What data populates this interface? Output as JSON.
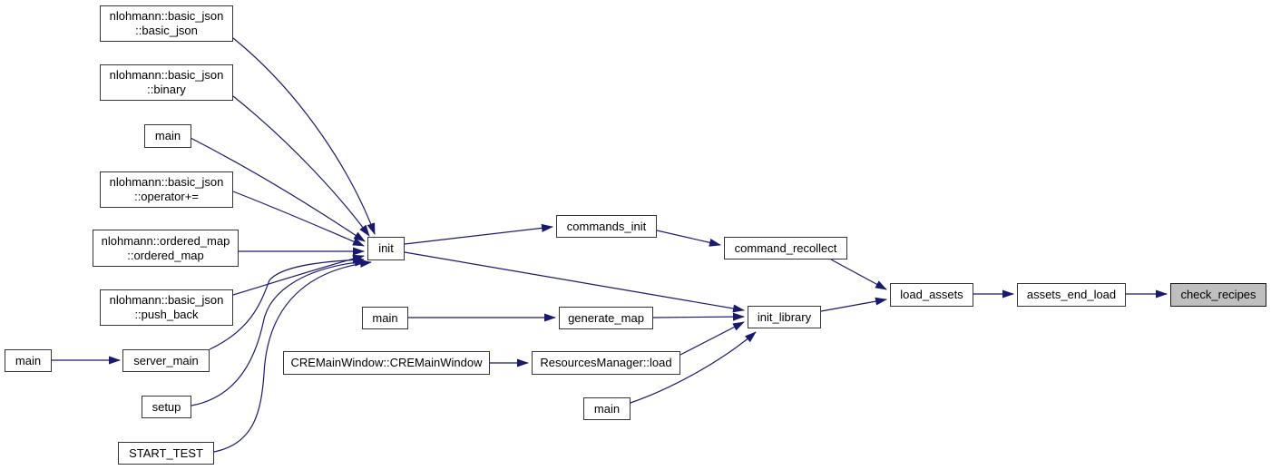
{
  "diagram": {
    "kind": "doxygen-call-graph",
    "colors": {
      "background": "#ffffff",
      "edge": "#191970",
      "node_fill": "#ffffff",
      "node_border": "#353535",
      "highlight_fill": "#bfbfbf",
      "text": "#000000"
    },
    "nodes": [
      {
        "id": "basic_json",
        "label": "nlohmann::basic_json\n::basic_json"
      },
      {
        "id": "binary",
        "label": "nlohmann::basic_json\n::binary"
      },
      {
        "id": "main_top",
        "label": "main"
      },
      {
        "id": "operator_plus_eq",
        "label": "nlohmann::basic_json\n::operator+="
      },
      {
        "id": "ordered_map",
        "label": "nlohmann::ordered_map\n::ordered_map"
      },
      {
        "id": "push_back",
        "label": "nlohmann::basic_json\n::push_back"
      },
      {
        "id": "main_left",
        "label": "main"
      },
      {
        "id": "server_main",
        "label": "server_main"
      },
      {
        "id": "setup",
        "label": "setup"
      },
      {
        "id": "start_test",
        "label": "START_TEST"
      },
      {
        "id": "init",
        "label": "init"
      },
      {
        "id": "commands_init",
        "label": "commands_init"
      },
      {
        "id": "command_recollect",
        "label": "command_recollect"
      },
      {
        "id": "main_mid",
        "label": "main"
      },
      {
        "id": "generate_map",
        "label": "generate_map"
      },
      {
        "id": "cremainwindow",
        "label": "CREMainWindow::CREMainWindow"
      },
      {
        "id": "resourcesmanager_load",
        "label": "ResourcesManager::load"
      },
      {
        "id": "main_bottom",
        "label": "main"
      },
      {
        "id": "init_library",
        "label": "init_library"
      },
      {
        "id": "load_assets",
        "label": "load_assets"
      },
      {
        "id": "assets_end_load",
        "label": "assets_end_load"
      },
      {
        "id": "check_recipes",
        "label": "check_recipes",
        "highlighted": true
      }
    ],
    "edges": [
      {
        "from": "basic_json",
        "to": "init"
      },
      {
        "from": "binary",
        "to": "init"
      },
      {
        "from": "main_top",
        "to": "init"
      },
      {
        "from": "operator_plus_eq",
        "to": "init"
      },
      {
        "from": "ordered_map",
        "to": "init"
      },
      {
        "from": "push_back",
        "to": "init"
      },
      {
        "from": "server_main",
        "to": "init"
      },
      {
        "from": "setup",
        "to": "init"
      },
      {
        "from": "start_test",
        "to": "init"
      },
      {
        "from": "main_left",
        "to": "server_main"
      },
      {
        "from": "init",
        "to": "commands_init"
      },
      {
        "from": "init",
        "to": "init_library"
      },
      {
        "from": "commands_init",
        "to": "command_recollect"
      },
      {
        "from": "command_recollect",
        "to": "load_assets"
      },
      {
        "from": "main_mid",
        "to": "generate_map"
      },
      {
        "from": "generate_map",
        "to": "init_library"
      },
      {
        "from": "cremainwindow",
        "to": "resourcesmanager_load"
      },
      {
        "from": "resourcesmanager_load",
        "to": "init_library"
      },
      {
        "from": "main_bottom",
        "to": "init_library"
      },
      {
        "from": "init_library",
        "to": "load_assets"
      },
      {
        "from": "load_assets",
        "to": "assets_end_load"
      },
      {
        "from": "assets_end_load",
        "to": "check_recipes"
      }
    ]
  }
}
